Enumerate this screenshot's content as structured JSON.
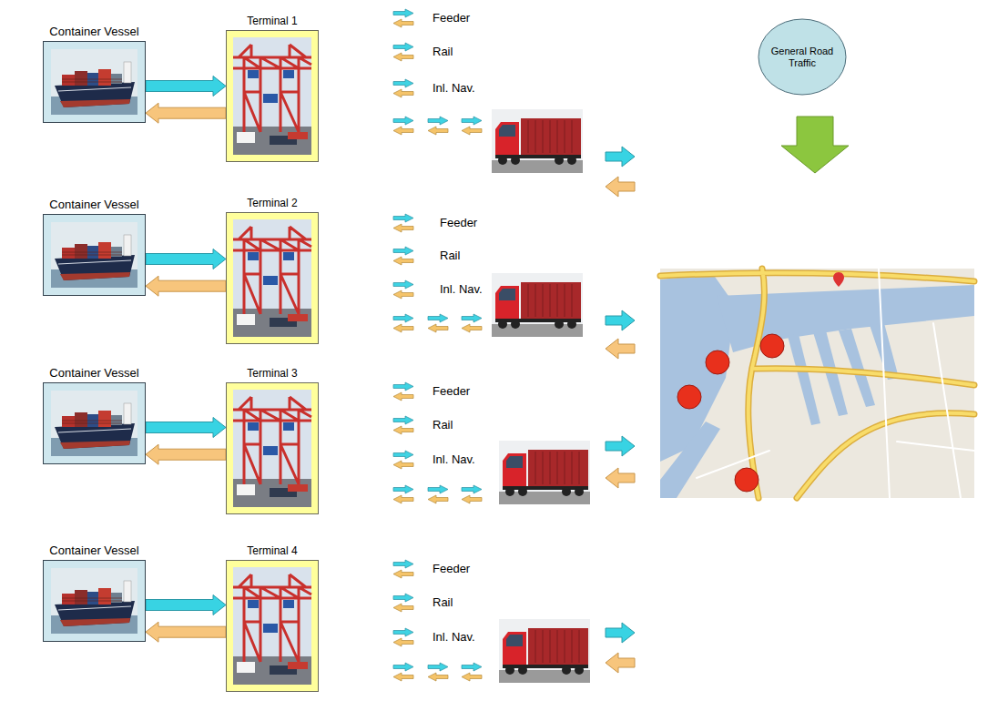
{
  "diagram": {
    "nodes": [
      {
        "text": [
          "Container Vessel"
        ]
      },
      {
        "text": [
          "Terminal 1"
        ]
      },
      {
        "text": [
          "General Road Traffic"
        ]
      },
      {
        "text": [
          "Container Vessel"
        ]
      },
      {
        "text": [
          "Terminal 2"
        ]
      },
      {
        "text": [
          "Container Vessel"
        ]
      },
      {
        "text": [
          "Terminal 3"
        ]
      },
      {
        "text": [
          "Container Vessel"
        ]
      },
      {
        "text": [
          "Terminal 4"
        ]
      }
    ],
    "edges": [
      {
        "from": 0,
        "to": 1,
        "arrow": "to"
      },
      {
        "from": 1,
        "to": 0,
        "arrow": "to"
      },
      {
        "from": 3,
        "to": 4,
        "arrow": "to"
      },
      {
        "from": 4,
        "to": 3,
        "arrow": "to"
      },
      {
        "from": 5,
        "to": 6,
        "arrow": "to"
      },
      {
        "from": 6,
        "to": 5,
        "arrow": "to"
      },
      {
        "from": 7,
        "to": 8,
        "arrow": "to"
      },
      {
        "from": 8,
        "to": 7,
        "arrow": "to"
      }
    ],
    "labels": [
      "Feeder",
      "Rail",
      "Inl. Nav.",
      "Feeder",
      "Rail",
      "Inl. Nav.",
      "Feeder",
      "Rail",
      "Inl. Nav.",
      "Feeder",
      "Rail",
      "Inl. Nav."
    ]
  }
}
